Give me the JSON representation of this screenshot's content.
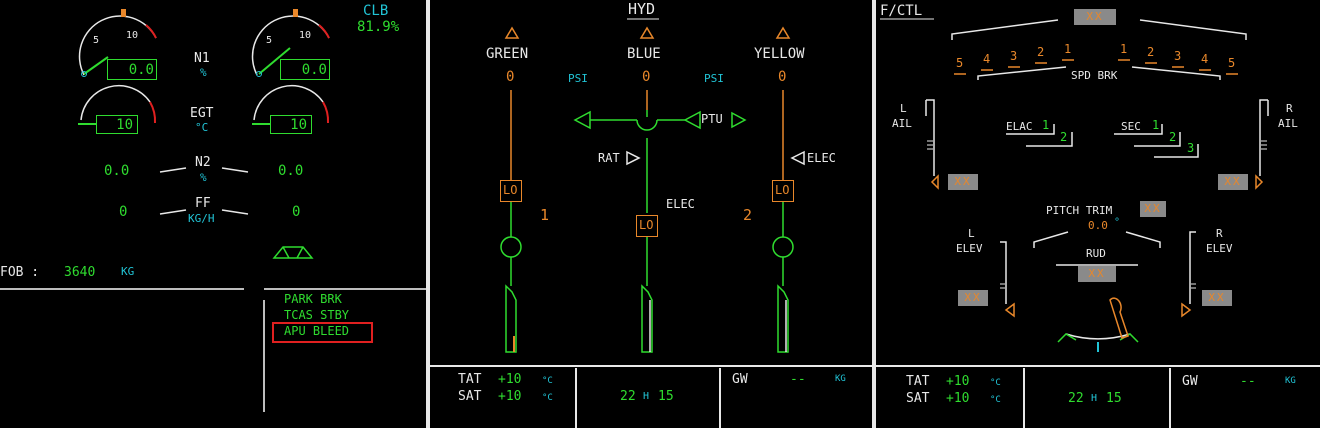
{
  "engine": {
    "thrust_mode": "CLB",
    "thrust_value": "81.9%",
    "n1_label": "N1",
    "n1_unit": "%",
    "n1_left": "0.0",
    "n1_right": "0.0",
    "n1_tick_5": "5",
    "n1_tick_10": "10",
    "egt_label": "EGT",
    "egt_unit": "°C",
    "egt_left": "10",
    "egt_right": "10",
    "n2_label": "N2",
    "n2_unit": "%",
    "n2_left": "0.0",
    "n2_right": "0.0",
    "ff_label": "FF",
    "ff_unit": "KG/H",
    "ff_left": "0",
    "ff_right": "0",
    "fob_label": "FOB :",
    "fob_value": "3640",
    "fob_unit": "KG",
    "memos": [
      "PARK BRK",
      "TCAS STBY",
      "APU BLEED"
    ]
  },
  "hyd": {
    "title": "HYD",
    "green": "GREEN",
    "blue": "BLUE",
    "yellow": "YELLOW",
    "green_psi": "0",
    "blue_psi": "0",
    "yellow_psi": "0",
    "psi_label": "PSI",
    "ptu": "PTU",
    "rat": "RAT",
    "elec": "ELEC",
    "lo": "LO",
    "eng1": "1",
    "eng2": "2"
  },
  "fctl": {
    "title": "F/CTL",
    "spd_brk": "SPD BRK",
    "spoilers_left": [
      "5",
      "4",
      "3",
      "2",
      "1"
    ],
    "spoilers_right": [
      "1",
      "2",
      "3",
      "4",
      "5"
    ],
    "l_ail": [
      "L",
      "AIL"
    ],
    "r_ail": [
      "R",
      "AIL"
    ],
    "elac": "ELAC",
    "elac_1": "1",
    "elac_2": "2",
    "sec": "SEC",
    "sec_1": "1",
    "sec_2": "2",
    "sec_3": "3",
    "pitch_trim": "PITCH TRIM",
    "pitch_trim_value": "0.0",
    "pitch_trim_unit": "°",
    "l_elev": [
      "L",
      "ELEV"
    ],
    "r_elev": [
      "R",
      "ELEV"
    ],
    "rud": "RUD",
    "xx": "XX"
  },
  "sd_bottom": {
    "tat_label": "TAT",
    "tat_value": "+10",
    "sat_label": "SAT",
    "sat_value": "+10",
    "temp_unit": "°C",
    "time_h": "22",
    "time_sep": "H",
    "time_m": "15",
    "gw_label": "GW",
    "gw_value": "--",
    "gw_unit": "KG"
  },
  "colors": {
    "green": "#2fdc2f",
    "cyan": "#21c4d6",
    "amber": "#e8872a",
    "white": "#e8e8e8",
    "red": "#e02020",
    "grey": "#8a8a8a"
  }
}
